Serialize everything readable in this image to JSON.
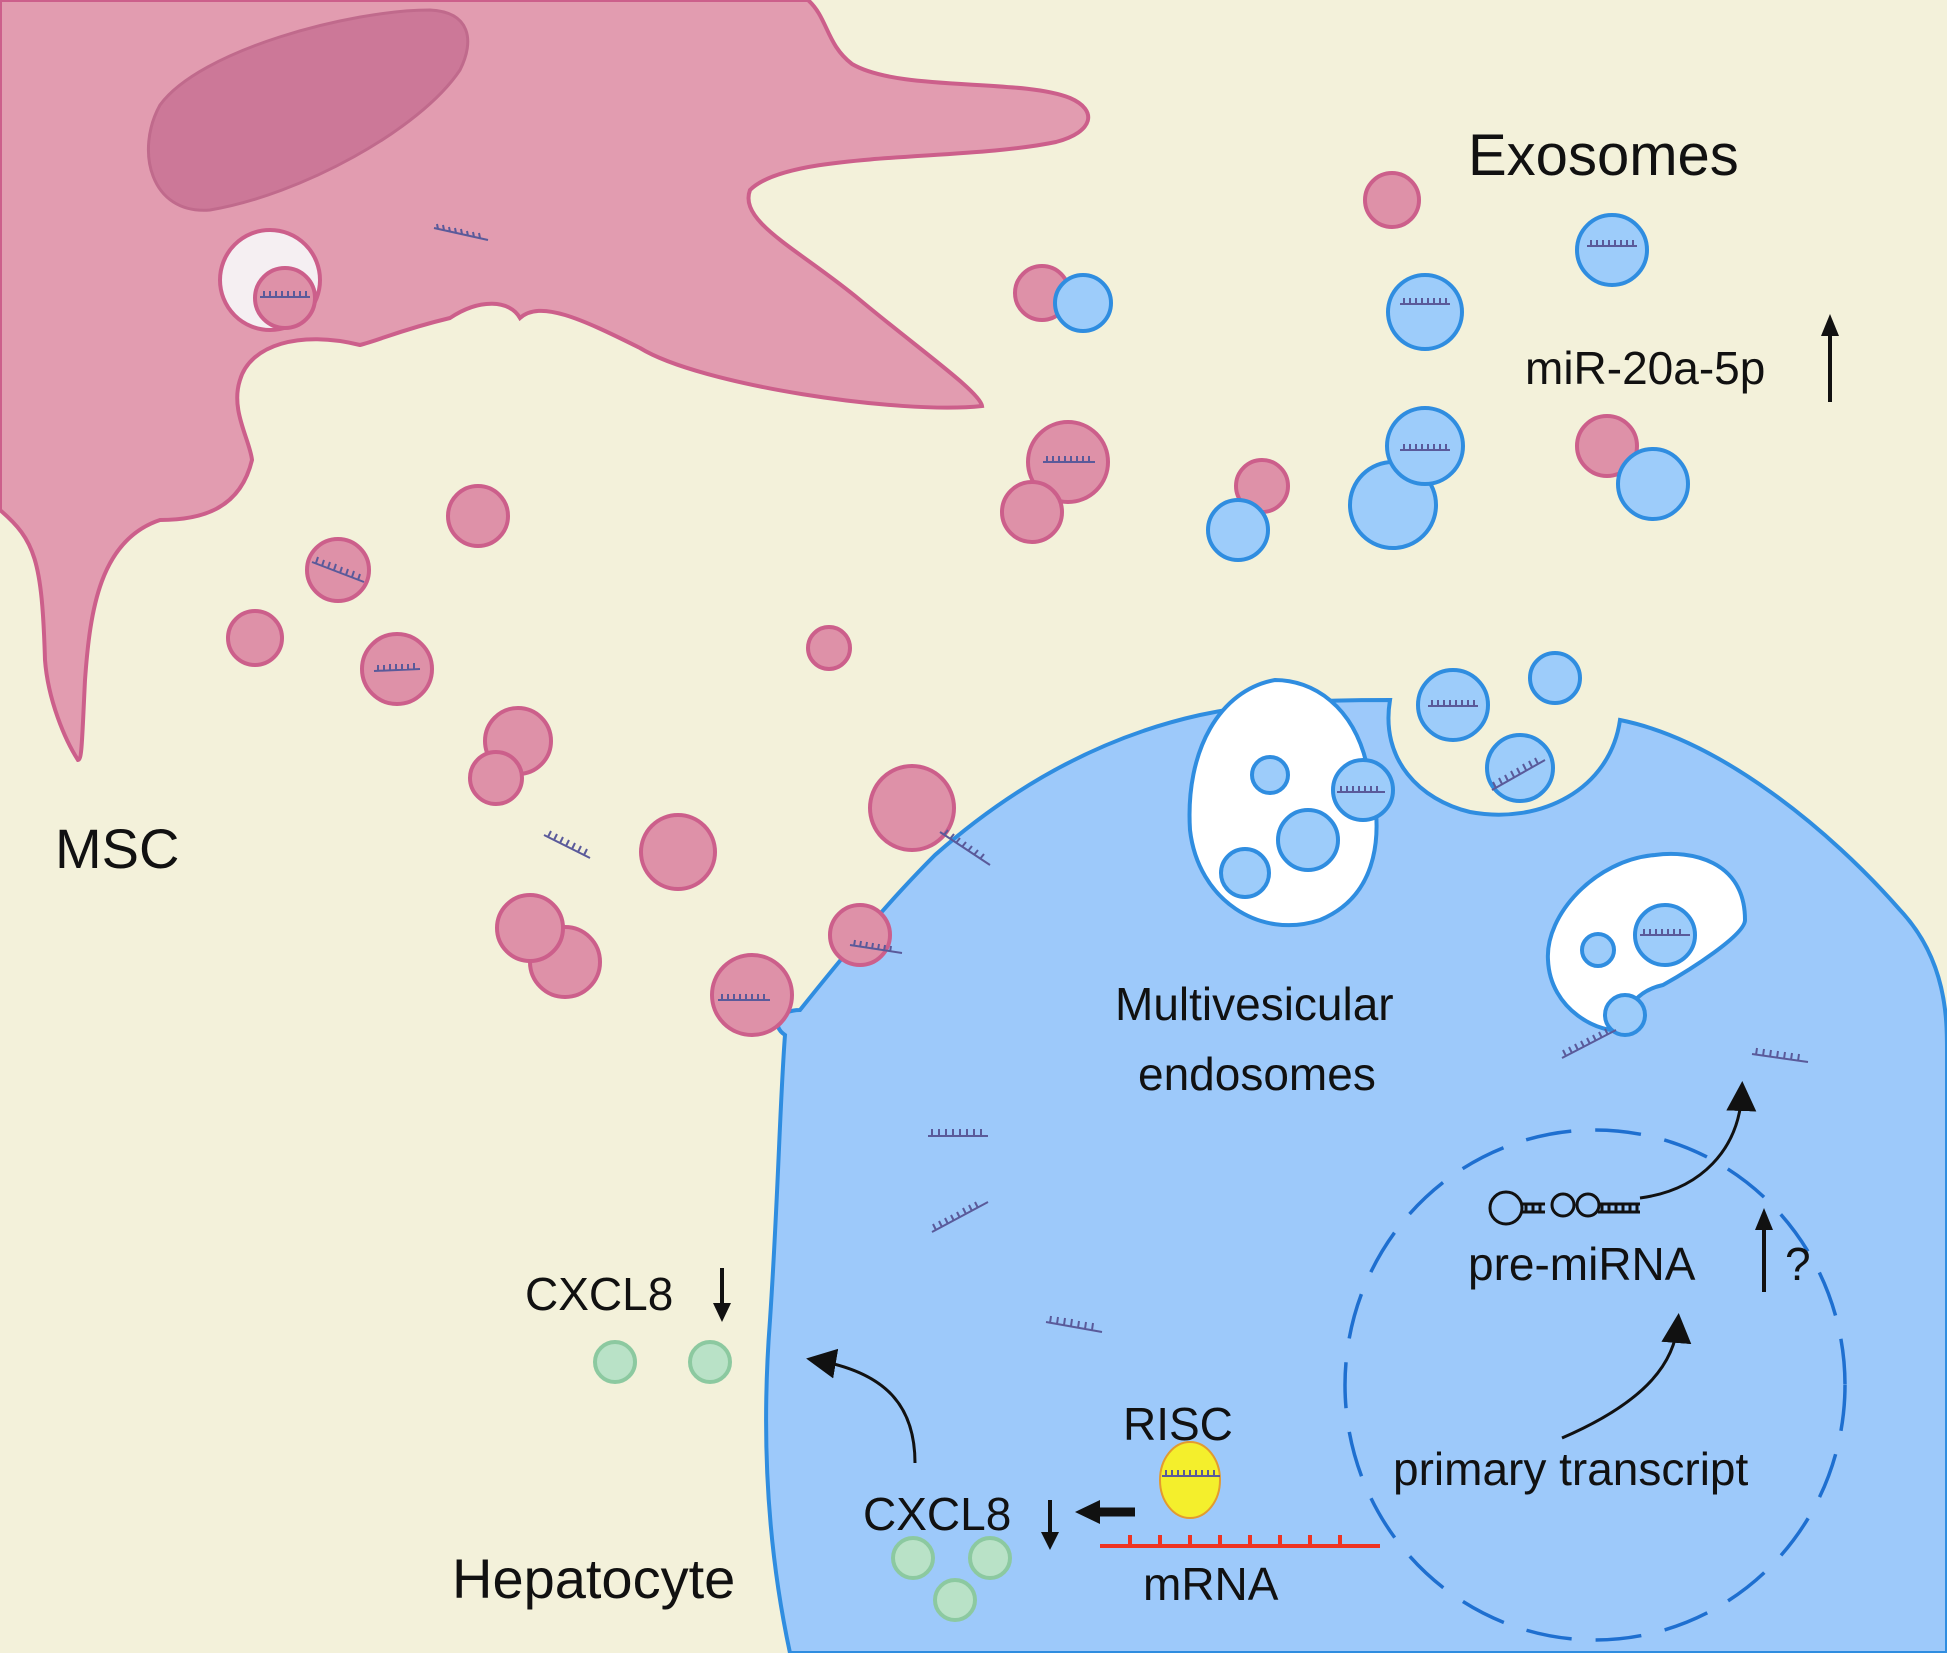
{
  "labels": {
    "exosomes": "Exosomes",
    "mir": "miR-20a-5p",
    "msc": "MSC",
    "mve_line1": "Multivesicular",
    "mve_line2": "endosomes",
    "cxcl8_secreted": "CXCL8",
    "cxcl8_cell": "CXCL8",
    "risc": "RISC",
    "mrna": "mRNA",
    "hepatocyte": "Hepatocyte",
    "pre_mirna": "pre-miRNA",
    "question": "?",
    "primary_transcript": "primary transcript"
  },
  "colors": {
    "background": "#f3f1da",
    "msc_fill": "#e29cb0",
    "msc_stroke": "#cc5f8b",
    "msc_organelle": "#cc7898",
    "hepatocyte_fill": "#9dc9fa",
    "hepatocyte_stroke": "#2f8de0",
    "pink_vesicle": "#de91a8",
    "blue_vesicle": "#9dccfa",
    "cxcl8_protein": "#b9e2c7",
    "cxcl8_stroke": "#8cc9a0",
    "risc": "#f4ef2c",
    "mrna": "#ee3322",
    "nucleus_dash": "#1e6fd0",
    "mirna_strand": "#5a5a9a"
  }
}
